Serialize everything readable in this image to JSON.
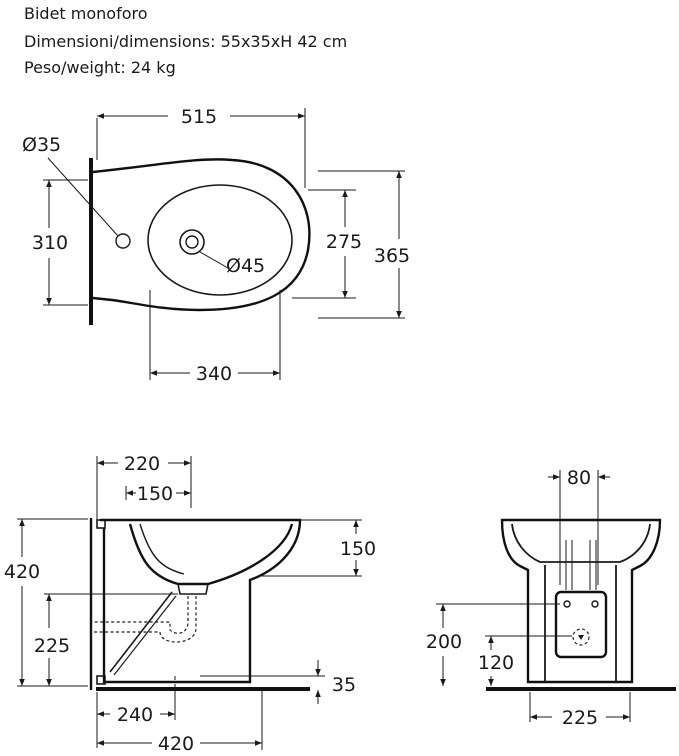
{
  "header": {
    "title": "Bidet monoforo",
    "dimensions": "Dimensioni/dimensions: 55x35xH 42 cm",
    "weight": "Peso/weight: 24  kg"
  },
  "top_view": {
    "width_overall": "515",
    "tap_hole": "Ø35",
    "depth_left": "310",
    "depth_right_inner": "275",
    "depth_right_outer": "365",
    "drain_hole": "Ø45",
    "bowl_length": "340"
  },
  "side_view": {
    "offset_top": "220",
    "offset_inner": "150",
    "height_total": "420",
    "bowl_depth": "150",
    "drain_height": "225",
    "base_height": "35",
    "drain_offset": "240",
    "length_total": "420"
  },
  "front_view": {
    "spacing_top": "80",
    "height_200": "200",
    "height_120": "120",
    "base_width": "225"
  }
}
